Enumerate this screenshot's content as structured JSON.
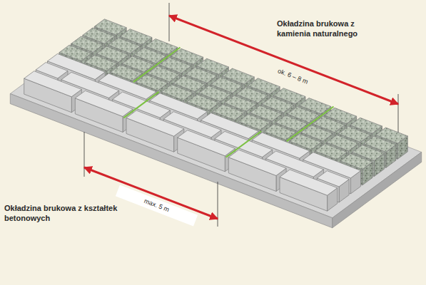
{
  "diagram": {
    "labels": [
      "Okładzina brukowa z kamienia naturalnego",
      "ok. 6 – 8 m",
      "max. 5 m",
      "Okładzina brukowa z kształtek betonowych"
    ]
  }
}
